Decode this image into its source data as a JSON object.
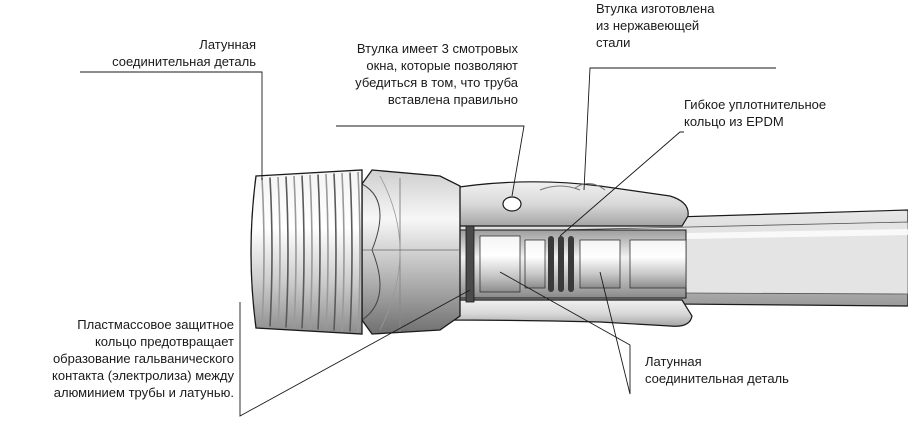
{
  "labels": {
    "brass_fitting_top": "Латунная\nсоединительная деталь",
    "sleeve_windows": "Втулка имеет 3 смотровых\nокна, которые позволяют\nубедиться в том, что труба\nвставлена правильно",
    "sleeve_steel": "Втулка изготовлена\nиз нержавеющей\nстали",
    "epdm_ring": "Гибкое уплотнительное\nкольцо из EPDM",
    "plastic_ring": "Пластмассовое защитное\nкольцо предотвращает\nобразование гальванического\nконтакта (электролиза) между\nалюминием трубы и латунью.",
    "brass_fitting_bottom": "Латунная\nсоединительная деталь"
  },
  "colors": {
    "line": "#1a1a1a",
    "metal_light": "#e9e9e9",
    "metal_mid": "#bdbdbd",
    "metal_dark": "#7a7a7a",
    "pipe_inner": "#d6d6d6"
  }
}
